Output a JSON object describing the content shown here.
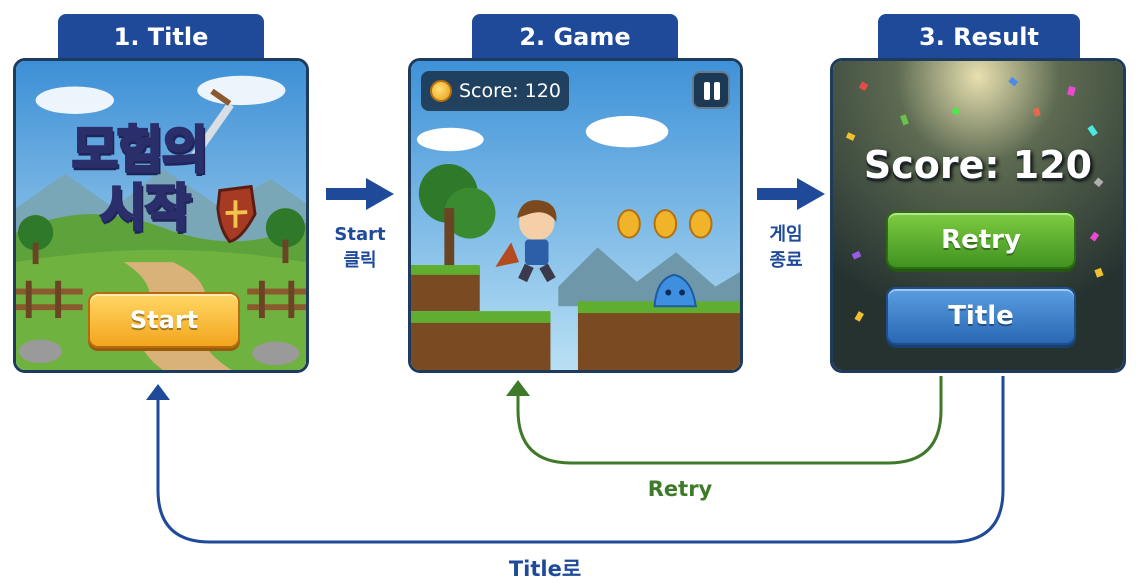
{
  "steps": [
    {
      "tab_label": "1. Title"
    },
    {
      "tab_label": "2. Game"
    },
    {
      "tab_label": "3. Result"
    }
  ],
  "title_screen": {
    "logo_line1": "모험의",
    "logo_line2": "시작",
    "start_button": "Start"
  },
  "game_screen": {
    "score_text": "Score: 120"
  },
  "result_screen": {
    "score_text": "Score: 120",
    "retry_button": "Retry",
    "title_button": "Title"
  },
  "arrows": {
    "start_label_line1": "Start",
    "start_label_line2": "클릭",
    "end_label_line1": "게임",
    "end_label_line2": "종료",
    "retry_label": "Retry",
    "title_label": "Title로"
  },
  "colors": {
    "tab_blue": "#1f4a9a",
    "arrow_blue": "#1f4a9a",
    "retry_green": "#3e7a2a",
    "start_orange": "#f3a51d",
    "retry_button_green": "#4fa22a",
    "title_button_blue": "#2f70bd"
  }
}
